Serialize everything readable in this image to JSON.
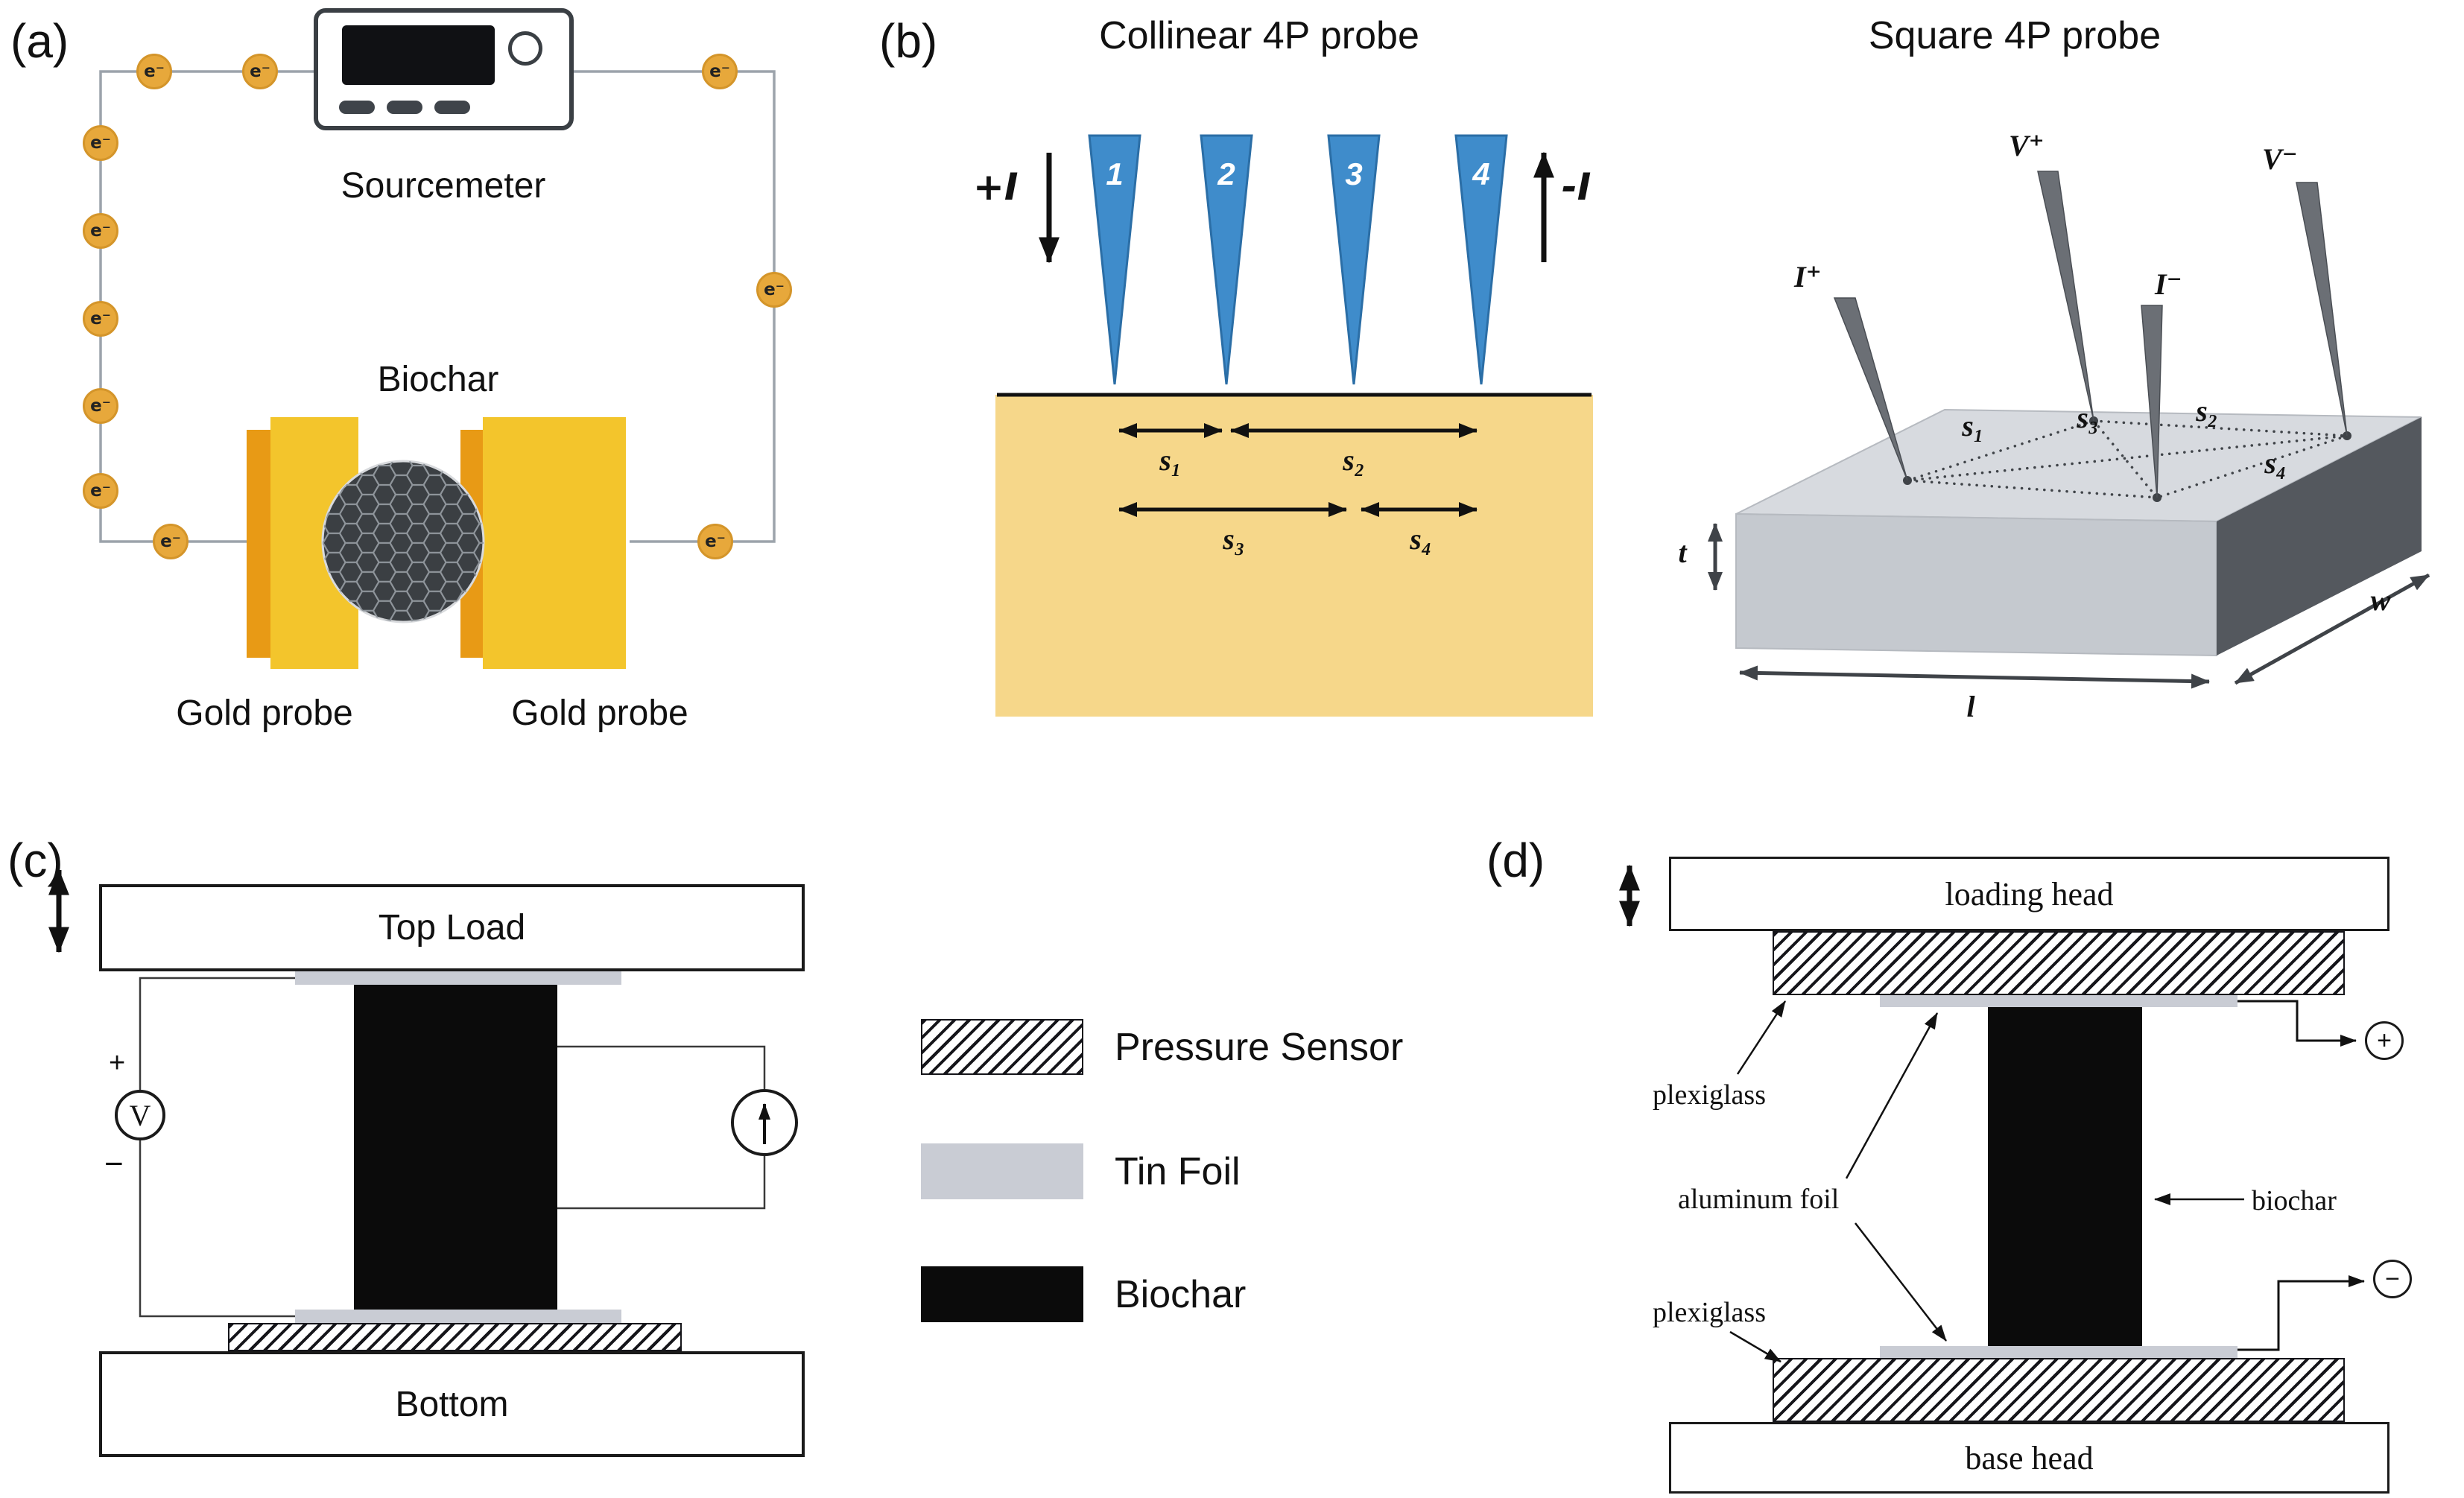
{
  "colors": {
    "gold": "#F3C52C",
    "gold_dark": "#E89A15",
    "electron_fill": "#E7A83B",
    "probe_blue": "#3F8CCB",
    "substrate_tan": "#F6D78A",
    "foil_gray": "#C9CCD4",
    "biochar_black": "#0B0B0B",
    "slab_top": "#D7DADF",
    "slab_front": "#C5C9CF",
    "slab_side": "#54585E"
  },
  "panel_a": {
    "label": "(a)",
    "sourcemeter_label": "Sourcemeter",
    "biochar_label": "Biochar",
    "gold_probe_left_label": "Gold probe",
    "gold_probe_right_label": "Gold probe",
    "electron": "e⁻"
  },
  "panel_b": {
    "label": "(b)",
    "collinear": {
      "title": "Collinear 4P probe",
      "probe_numbers": [
        "1",
        "2",
        "3",
        "4"
      ],
      "current_in": "+I",
      "current_out": "-I",
      "spacings": {
        "s1": "s₁",
        "s2": "s₂",
        "s3": "s₃",
        "s4": "s₄"
      }
    },
    "square": {
      "title": "Square 4P probe",
      "terminals": {
        "i_plus": "I⁺",
        "v_plus": "V⁺",
        "v_minus": "V⁻",
        "i_minus": "I⁻"
      },
      "spacings": {
        "s1": "s₁",
        "s2": "s₂",
        "s3": "s₃",
        "s4": "s₄"
      },
      "dimensions": {
        "thickness": "t",
        "length": "l",
        "width": "w"
      }
    }
  },
  "panel_c": {
    "label": "(c)",
    "top_load_label": "Top Load",
    "bottom_label": "Bottom",
    "voltmeter_symbol": "V",
    "voltmeter_plus": "+",
    "voltmeter_minus": "−",
    "legend": [
      {
        "label": "Pressure Sensor"
      },
      {
        "label": "Tin Foil"
      },
      {
        "label": "Biochar"
      }
    ]
  },
  "panel_d": {
    "label": "(d)",
    "loading_head_label": "loading head",
    "base_head_label": "base head",
    "plexiglass_top_label": "plexiglass",
    "aluminum_foil_label": "aluminum foil",
    "plexiglass_bottom_label": "plexiglass",
    "biochar_label": "biochar",
    "positive_terminal": "+",
    "negative_terminal": "−"
  }
}
